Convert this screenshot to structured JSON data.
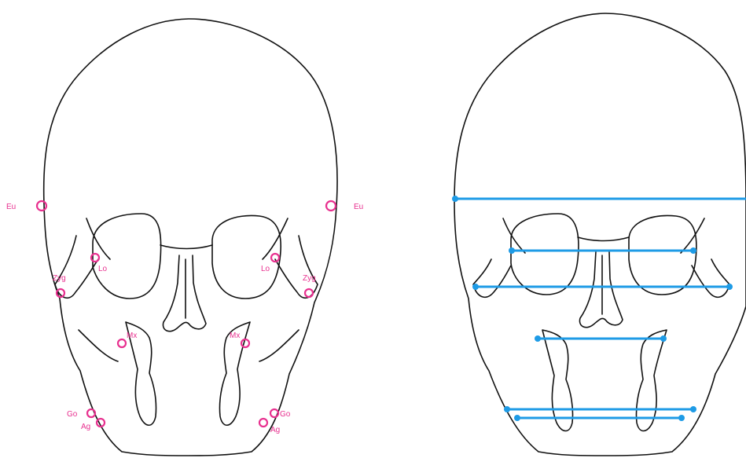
{
  "colors": {
    "landmark": "#e8308f",
    "measure": "#1e9be6",
    "outline": "#111111"
  },
  "landmarks": {
    "eu_left": "Eu",
    "eu_right": "Eu",
    "lo_left": "Lo",
    "lo_right": "Lo",
    "zyg_left": "Zyg",
    "zyg_right": "Zyg",
    "mx_left": "Mx",
    "mx_right": "Mx",
    "go_left": "Go",
    "go_right": "Go",
    "ag_left": "Ag",
    "ag_right": "Ag"
  }
}
